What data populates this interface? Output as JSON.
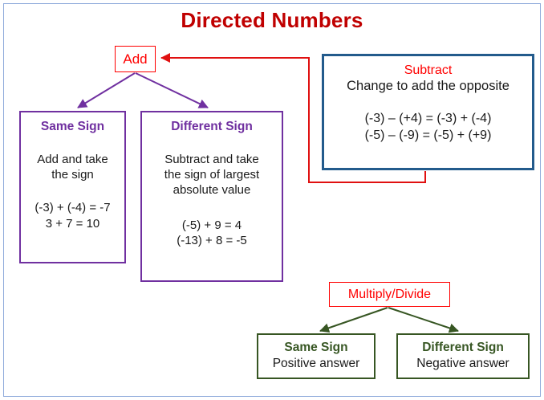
{
  "page": {
    "title": "Directed Numbers",
    "title_color": "#c00000",
    "frame_color": "#8eaadb",
    "background": "#ffffff"
  },
  "colors": {
    "red": "#ff0000",
    "purple": "#7030a0",
    "blue": "#235b8c",
    "green": "#375623",
    "text": "#1a1a1a"
  },
  "nodes": {
    "add": {
      "label": "Add"
    },
    "same_sign_add": {
      "title": "Same Sign",
      "body": "Add and take\nthe sign",
      "body_line1": "Add and take",
      "body_line2": "the sign",
      "example1": "(-3) + (-4) = -7",
      "example2": "3 + 7 = 10"
    },
    "different_sign_add": {
      "title": "Different Sign",
      "body_line1": "Subtract and take",
      "body_line2": "the sign of largest",
      "body_line3": "absolute value",
      "example1": "(-5) + 9 = 4",
      "example2": "(-13) + 8 = -5"
    },
    "subtract": {
      "title": "Subtract",
      "body": "Change to add the opposite",
      "example1": "(-3) – (+4) = (-3) + (-4)",
      "example2": "(-5) – (-9) = (-5) + (+9)"
    },
    "multiply_divide": {
      "label": "Multiply/Divide"
    },
    "same_sign_mult": {
      "title": "Same Sign",
      "body": "Positive answer"
    },
    "different_sign_mult": {
      "title": "Different Sign",
      "body": "Negative answer"
    }
  }
}
